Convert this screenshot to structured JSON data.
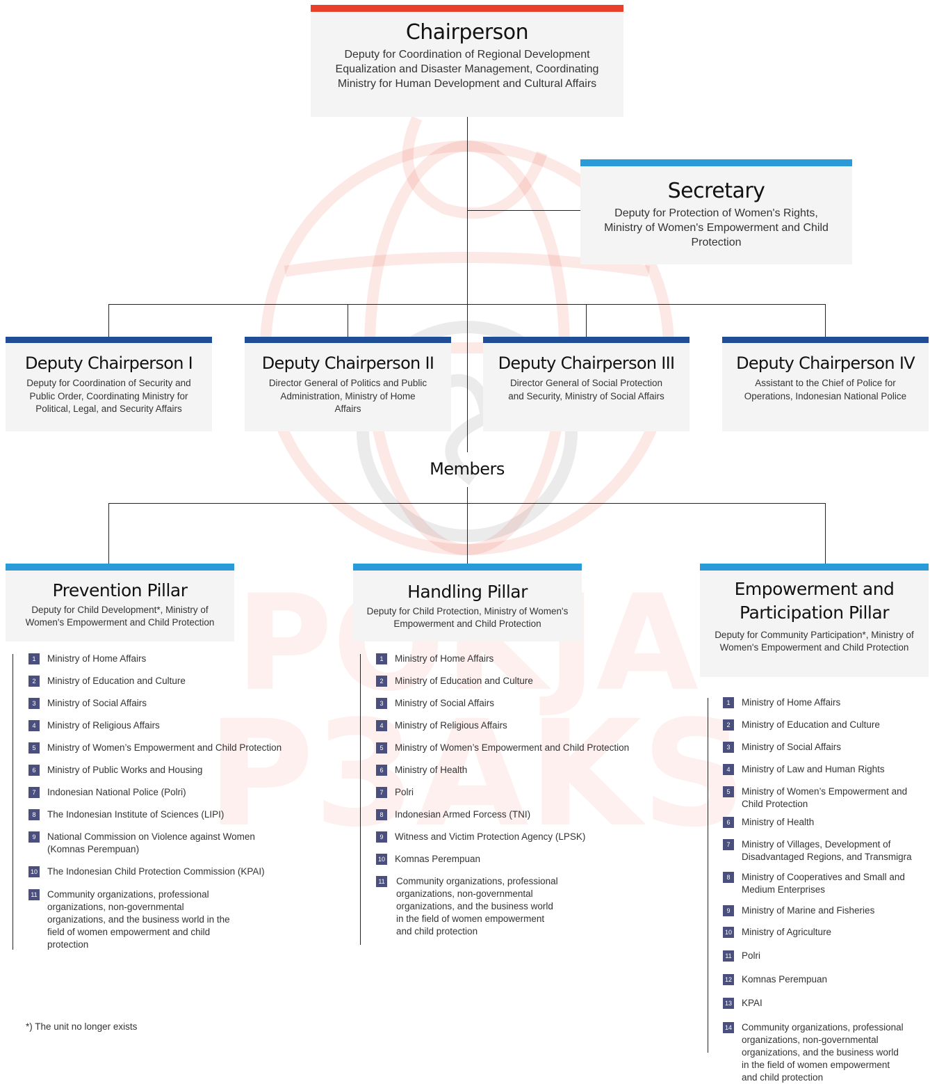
{
  "chairperson": {
    "title": "Chairperson",
    "desc": "Deputy for Coordination of Regional Development Equalization and Disaster Management, Coordinating Ministry for Human Development and Cultural Affairs"
  },
  "secretary": {
    "title": "Secretary",
    "desc": "Deputy for Protection of Women's Rights, Ministry of Women's Empowerment and Child Protection"
  },
  "deputies": [
    {
      "title": "Deputy Chairperson I",
      "desc": "Deputy for Coordination of Security and Public Order, Coordinating Ministry for Political, Legal, and Security Affairs"
    },
    {
      "title": "Deputy Chairperson II",
      "desc": "Director General of Politics and Public Administration, Ministry of Home Affairs"
    },
    {
      "title": "Deputy Chairperson III",
      "desc": "Director General of Social Protection and Security, Ministry of Social Affairs"
    },
    {
      "title": "Deputy Chairperson IV",
      "desc": "Assistant to the Chief of Police for Operations, Indonesian National Police"
    }
  ],
  "members_label": "Members",
  "pillars": [
    {
      "title": "Prevention Pillar",
      "desc": "Deputy for Child Development*, Ministry of Women's Empowerment and Child Protection",
      "items": [
        {
          "n": "1",
          "text": "Ministry of Home Affairs"
        },
        {
          "n": "2",
          "text": "Ministry of Education and Culture"
        },
        {
          "n": "3",
          "text": "Ministry of Social Affairs"
        },
        {
          "n": "4",
          "text": "Ministry of Religious Affairs"
        },
        {
          "n": "5",
          "text": "Ministry of Women’s Empowerment and Child Protection"
        },
        {
          "n": "6",
          "text": "Ministry of Public Works and Housing"
        },
        {
          "n": "7",
          "text": "Indonesian National Police (Polri)"
        },
        {
          "n": "8",
          "text": "The Indonesian Institute of Sciences (LIPI)"
        },
        {
          "n": "9",
          "text": "National Commission on Violence against Women\n(Komnas Perempuan)"
        },
        {
          "n": "10",
          "text": "The Indonesian Child Protection Commission (KPAI)"
        },
        {
          "n": "11",
          "text": "Community organizations, professional\norganizations, non-governmental\norganizations, and the business world in the\nfield of women empowerment and child\nprotection"
        }
      ]
    },
    {
      "title": "Handling Pillar",
      "desc": "Deputy for Child Protection, Ministry of Women's Empowerment and Child Protection",
      "items": [
        {
          "n": "1",
          "text": "Ministry of Home Affairs"
        },
        {
          "n": "2",
          "text": "Ministry of Education and Culture"
        },
        {
          "n": "3",
          "text": "Ministry of Social Affairs"
        },
        {
          "n": "4",
          "text": "Ministry of Religious Affairs"
        },
        {
          "n": "5",
          "text": "Ministry of Women’s Empowerment and Child Protection"
        },
        {
          "n": "6",
          "text": "Ministry of Health"
        },
        {
          "n": "7",
          "text": "Polri"
        },
        {
          "n": "8",
          "text": "Indonesian Armed Forcess (TNI)"
        },
        {
          "n": "9",
          "text": "Witness and Victim Protection Agency (LPSK)"
        },
        {
          "n": "10",
          "text": "Komnas Perempuan"
        },
        {
          "n": "11",
          "text": "Community organizations, professional\norganizations, non-governmental\norganizations, and the business world\nin the field of women empowerment\nand child protection"
        }
      ]
    },
    {
      "title": "Empowerment and Participation Pillar",
      "desc": "Deputy for Community Participation*, Ministry of Women's Empowerment and Child Protection",
      "items": [
        {
          "n": "1",
          "text": "Ministry of Home Affairs"
        },
        {
          "n": "2",
          "text": "Ministry of Education and Culture"
        },
        {
          "n": "3",
          "text": "Ministry of Social Affairs"
        },
        {
          "n": "4",
          "text": "Ministry of Law and Human Rights"
        },
        {
          "n": "5",
          "text": "Ministry of Women’s Empowerment and\nChild Protection"
        },
        {
          "n": "6",
          "text": "Ministry of Health"
        },
        {
          "n": "7",
          "text": "Ministry of Villages, Development of\nDisadvantaged Regions, and Transmigra"
        },
        {
          "n": "8",
          "text": "Ministry of Cooperatives and Small and\nMedium Enterprises"
        },
        {
          "n": "9",
          "text": "Ministry of Marine and Fisheries"
        },
        {
          "n": "10",
          "text": "Ministry of Agriculture"
        },
        {
          "n": "11",
          "text": "Polri"
        },
        {
          "n": "12",
          "text": "Komnas Perempuan"
        },
        {
          "n": "13",
          "text": "KPAI"
        },
        {
          "n": "14",
          "text": "Community organizations, professional\norganizations, non-governmental\norganizations, and the business world\nin the field of women empowerment\nand child protection"
        }
      ]
    }
  ],
  "watermark_text": [
    "POKJA",
    "P3AKS"
  ],
  "footnote": "*) The unit no longer exists",
  "colors": {
    "chair_bar": "#e8402a",
    "secretary_bar": "#2a9ad8",
    "deputy_bar": "#1f4e96",
    "pillar_bar": "#2a9ad8",
    "number_badge": "#4a4f7e"
  }
}
